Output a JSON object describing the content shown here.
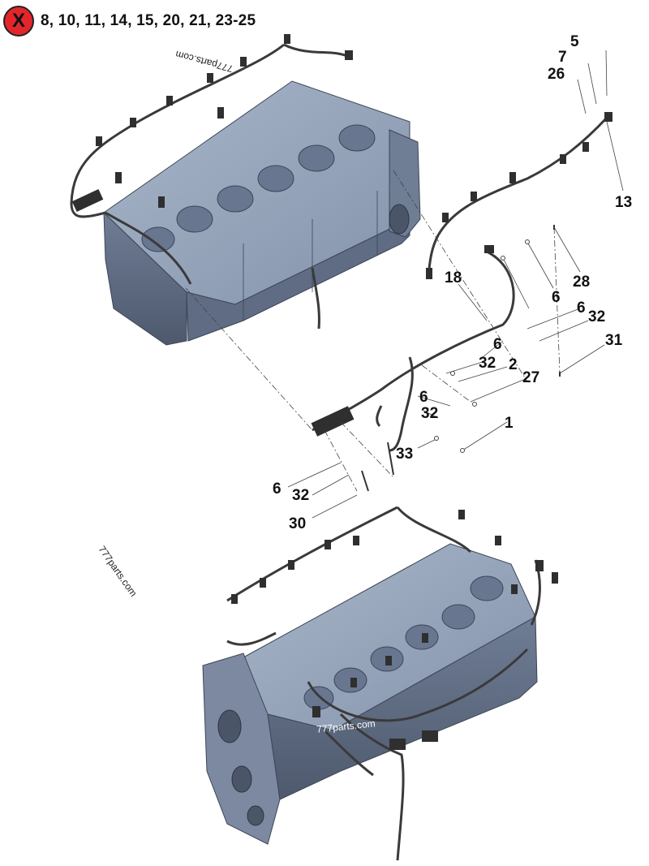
{
  "header": {
    "badge_symbol": "X",
    "excluded_items": "8, 10, 11, 14, 15, 20, 21, 23-25",
    "badge_color": "#e3262b"
  },
  "callouts": [
    "5",
    "7",
    "26",
    "13",
    "28",
    "18",
    "6",
    "6",
    "32",
    "31",
    "6",
    "32",
    "2",
    "27",
    "6",
    "32",
    "1",
    "33",
    "6",
    "32",
    "30"
  ],
  "watermarks": [
    "777parts.com",
    "777parts.com",
    "777parts.com"
  ],
  "colors": {
    "engine_block": "#8d9cb3",
    "engine_shadow": "#5e6b82",
    "harness": "#3a3a3a",
    "leader_line": "#444444"
  }
}
